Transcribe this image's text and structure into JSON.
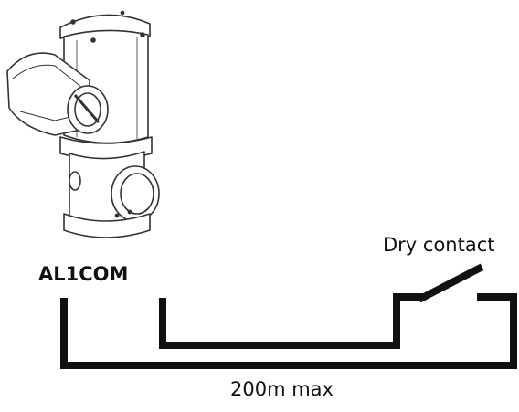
{
  "diagram": {
    "device_label": "AL1COM",
    "contact_label": "Dry contact",
    "distance_label": "200m max"
  },
  "icons": {
    "camera": "ptz-camera-housing-icon",
    "switch": "dry-contact-switch-icon"
  },
  "colors": {
    "line": "#111111",
    "housing_stroke": "#333333",
    "housing_fill": "#ffffff",
    "background": "#ffffff"
  }
}
